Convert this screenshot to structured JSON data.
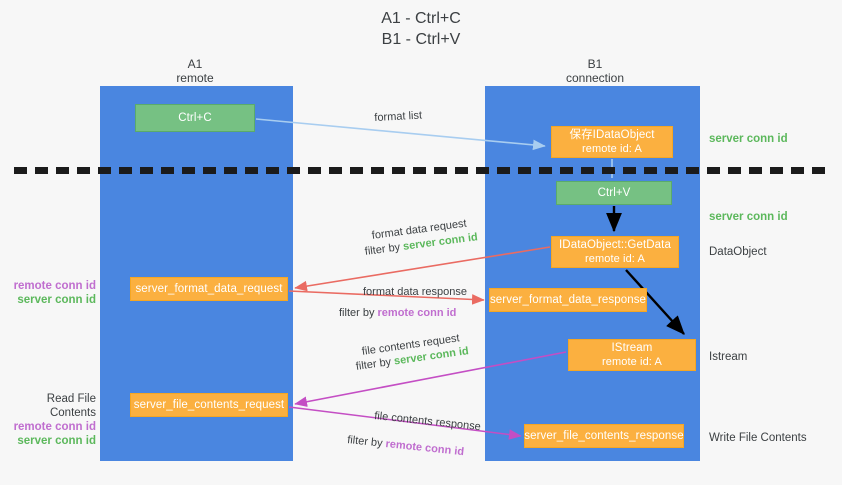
{
  "title": {
    "line1": "A1 - Ctrl+C",
    "line2": "B1 - Ctrl+V"
  },
  "lanes": [
    {
      "id": "a1",
      "name": "A1",
      "sub": "remote",
      "color": "#4a86e0"
    },
    {
      "id": "b1",
      "name": "B1",
      "sub": "connection",
      "color": "#4a86e0"
    }
  ],
  "nodes": {
    "ctrl_c": {
      "label": "Ctrl+C",
      "sub": "",
      "color": "#76c183"
    },
    "save_idataobject": {
      "label": "保存IDataObject",
      "sub": "remote id: A",
      "color": "#fbb040"
    },
    "ctrl_v": {
      "label": "Ctrl+V",
      "sub": "",
      "color": "#76c183"
    },
    "getdata": {
      "label": "IDataObject::GetData",
      "sub": "remote id: A",
      "color": "#fbb040"
    },
    "server_format_data_request": {
      "label": "server_format_data_request",
      "sub": "",
      "color": "#fbb040"
    },
    "server_format_data_response": {
      "label": "server_format_data_response",
      "sub": "",
      "color": "#fbb040"
    },
    "istream": {
      "label": "IStream",
      "sub": "remote id: A",
      "color": "#fbb040"
    },
    "server_file_contents_request": {
      "label": "server_file_contents_request",
      "sub": "",
      "color": "#fbb040"
    },
    "server_file_contents_response": {
      "label": "server_file_contents_response",
      "sub": "",
      "color": "#fbb040"
    }
  },
  "edge_labels": {
    "format_list": "format list",
    "format_data_request": "format data request",
    "filter_by": "filter by",
    "server_conn_id": "server conn id",
    "format_data_response": "format data response",
    "remote_conn_id": "remote conn id",
    "file_contents_request": "file contents request",
    "file_contents_response": "file contents response"
  },
  "annotations": {
    "server_conn_id_top": "server conn id",
    "server_conn_id_second": "server conn id",
    "dataobject": "DataObject",
    "istream": "Istream",
    "write_file_contents": "Write File Contents",
    "read_file_contents": "Read File Contents",
    "remote_conn_id": "remote conn id",
    "server_conn_id": "server conn id"
  },
  "colors": {
    "lane_blue": "#4a86e0",
    "node_green": "#76c183",
    "node_orange": "#fbb040",
    "arrow_light_blue": "#a8cdf0",
    "arrow_red": "#ea6b62",
    "arrow_magenta": "#c44ec4",
    "arrow_black": "#000000",
    "text_green": "#5cb85c",
    "text_magenta": "#c06ecf",
    "background": "#f7f7f7",
    "divider": "#1b1b1b"
  }
}
